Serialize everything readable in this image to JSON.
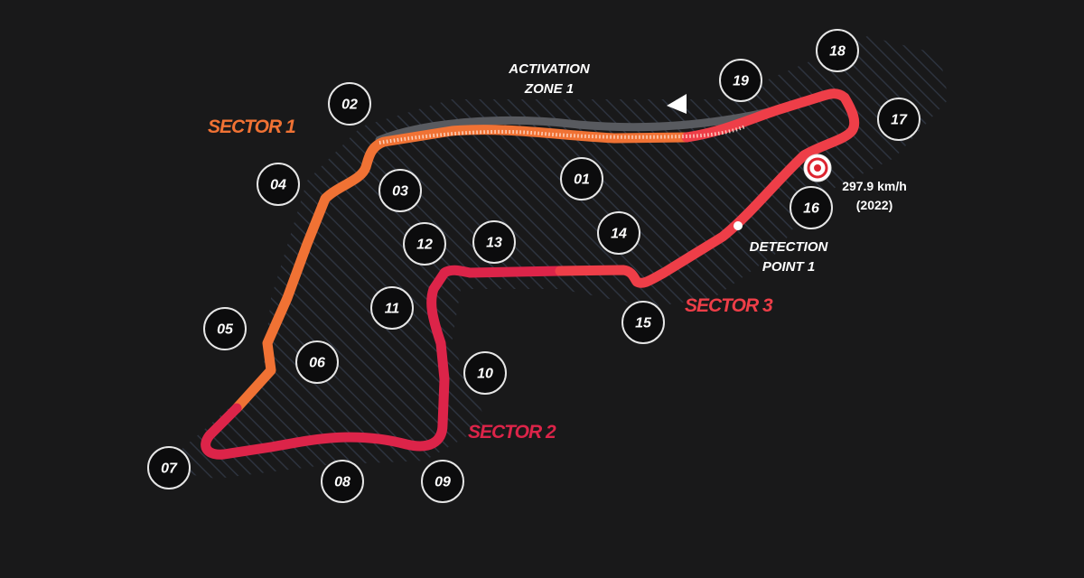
{
  "colors": {
    "background": "#19191a",
    "sector1": "#f07234",
    "sector2": "#dc2449",
    "sector3": "#ee3e48",
    "drs_line": "#585a5f",
    "turn_fill": "#0c0c0d",
    "turn_stroke": "#e6e6e6",
    "hatch": "#2e3440"
  },
  "sectors": [
    {
      "id": "sector1",
      "label": "SECTOR 1"
    },
    {
      "id": "sector2",
      "label": "SECTOR 2"
    },
    {
      "id": "sector3",
      "label": "SECTOR 3"
    }
  ],
  "turns": [
    "01",
    "02",
    "03",
    "04",
    "05",
    "06",
    "07",
    "08",
    "09",
    "10",
    "11",
    "12",
    "13",
    "14",
    "15",
    "16",
    "17",
    "18",
    "19"
  ],
  "activation_zone": {
    "line1": "ACTIVATION",
    "line2": "ZONE 1"
  },
  "detection_point": {
    "line1": "DETECTION",
    "line2": "POINT 1"
  },
  "speed_trap": {
    "speed": "297.9 km/h",
    "year": "(2022)"
  }
}
